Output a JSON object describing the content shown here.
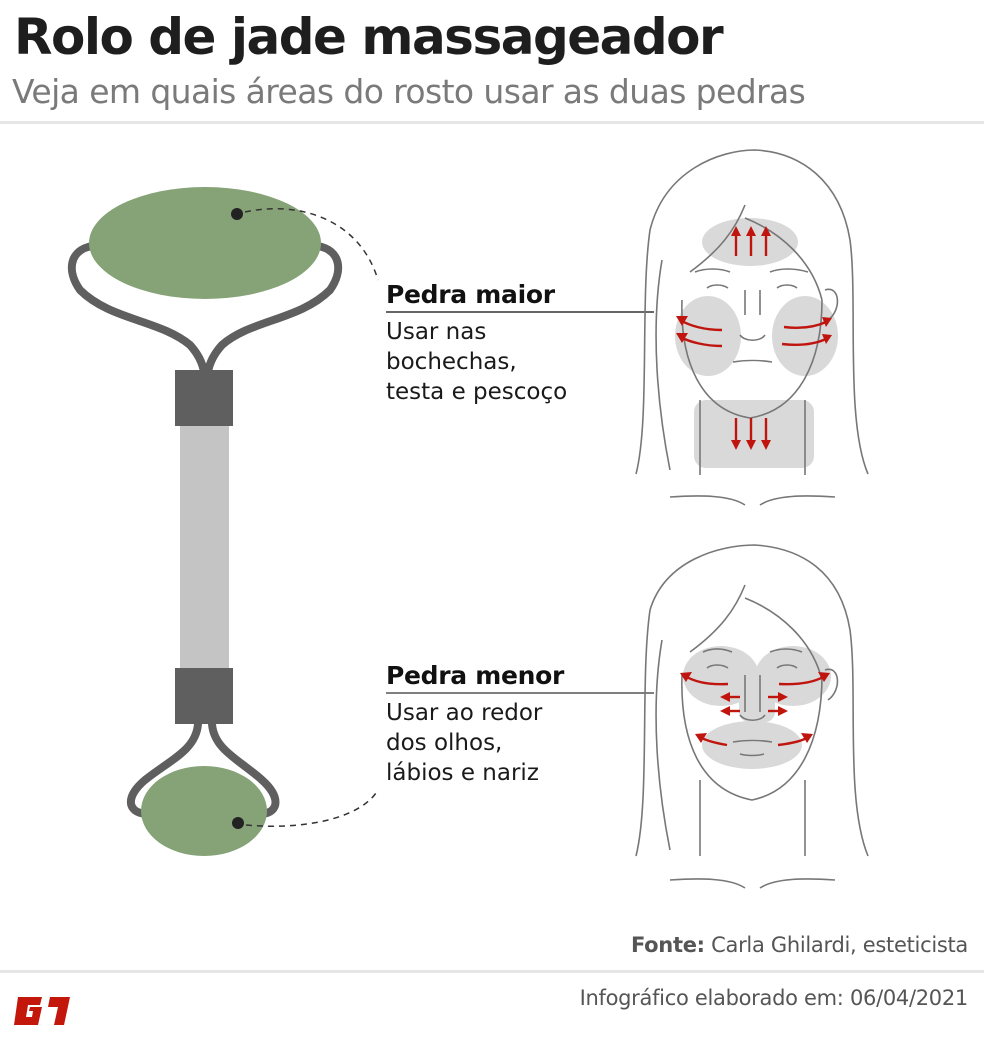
{
  "header": {
    "title": "Rolo de jade massageador",
    "subtitle": "Veja em quais áreas do rosto usar as duas pedras"
  },
  "labels": {
    "large_stone": {
      "title": "Pedra maior",
      "text": "Usar nas\nbochechas,\ntesta e pescoço",
      "areas": [
        "testa",
        "bochechas",
        "pescoço"
      ]
    },
    "small_stone": {
      "title": "Pedra menor",
      "text": "Usar ao redor\ndos olhos,\nlábios e nariz",
      "areas": [
        "olhos",
        "lábios",
        "nariz"
      ]
    }
  },
  "footer": {
    "source_label": "Fonte:",
    "source_value": "Carla Ghilardi, esteticista",
    "credit": "Infográfico elaborado em: 06/04/2021",
    "logo": "G1"
  },
  "colors": {
    "jade": "#86a378",
    "frame": "#5f5f5f",
    "handle": "#c4c4c4",
    "highlight": "#d9d9d9",
    "arrow": "#c0150f",
    "logo": "#c4170c"
  }
}
